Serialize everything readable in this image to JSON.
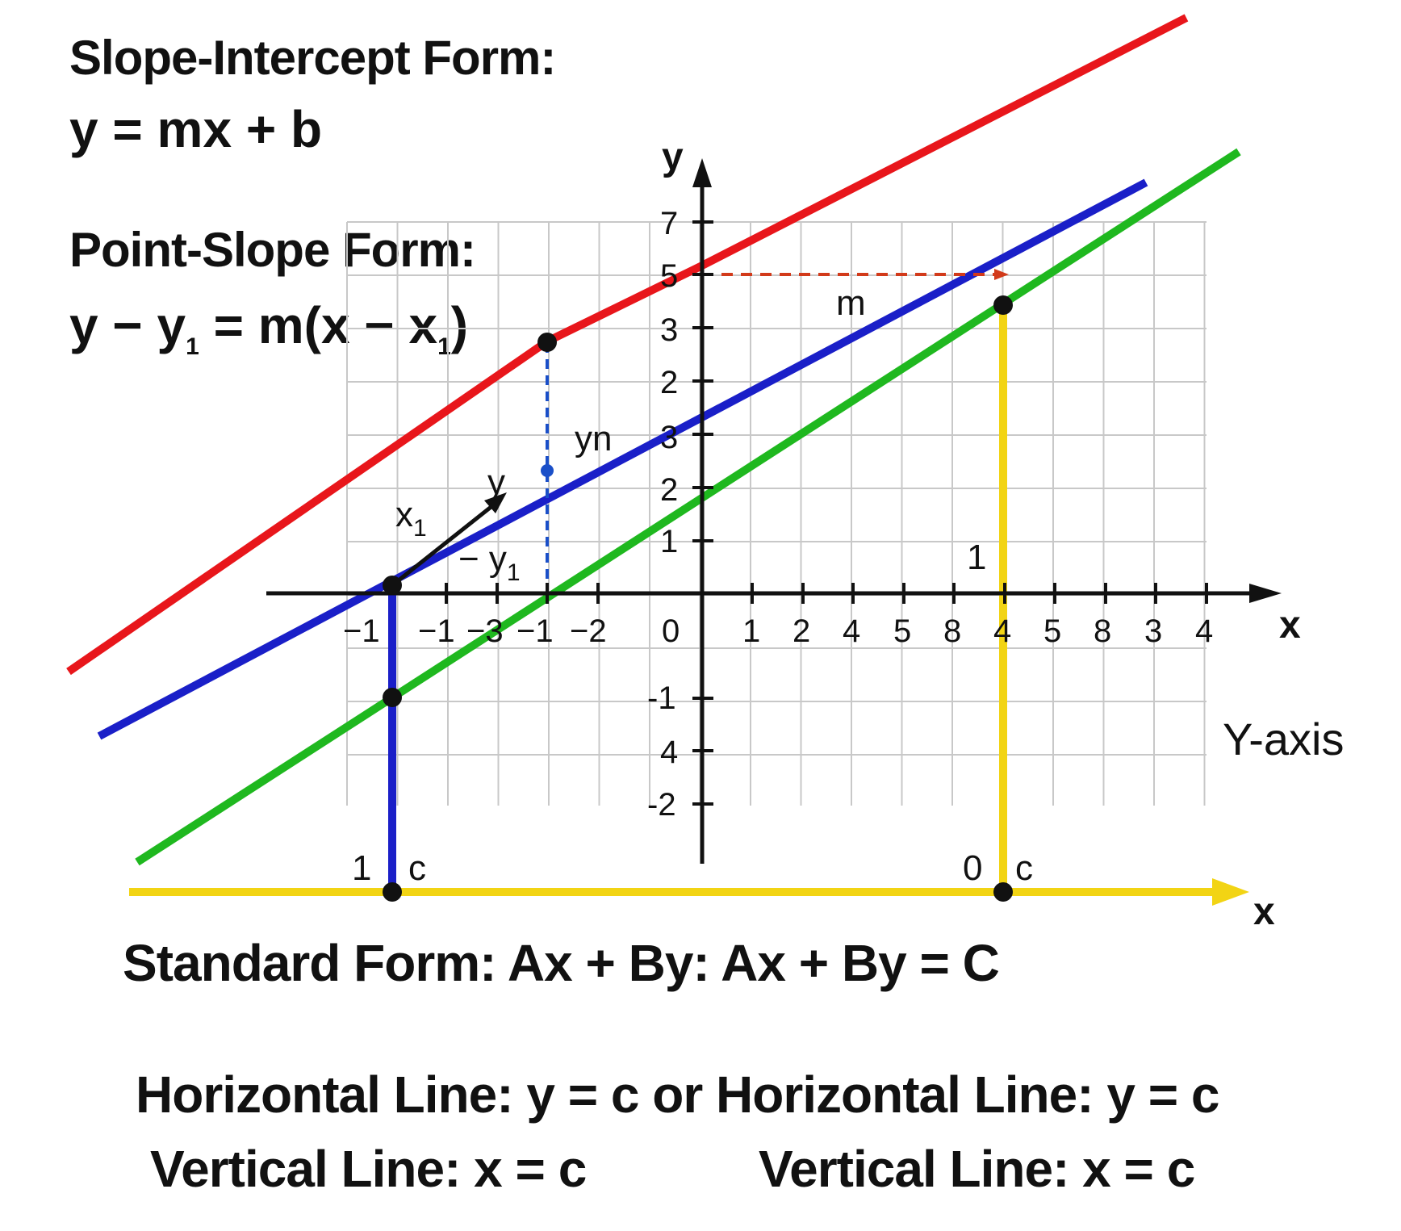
{
  "headings": {
    "slope_intercept_title": "Slope-Intercept Form:",
    "slope_intercept_formula": "y = mx + b",
    "point_slope_title": "Point-Slope Form:",
    "point_slope_formula_a": "y − y",
    "point_slope_formula_sub1": "1",
    "point_slope_formula_b": " = m(x − x",
    "point_slope_formula_sub2": "1",
    "point_slope_formula_c": ")"
  },
  "axes": {
    "y_name": "y",
    "x_name": "x",
    "x2_name": "x",
    "y_axis_caption": "Y-axis",
    "y_tick_labels": [
      "7",
      "5",
      "3",
      "2",
      "3",
      "2",
      "1",
      "-1",
      "4",
      "-2"
    ],
    "x_tick_labels_left": [
      "−1",
      "−1",
      "−3",
      "−1",
      "−2"
    ],
    "x_origin_label": "0",
    "x_tick_labels_right": [
      "1",
      "2",
      "4",
      "5",
      "8",
      "4",
      "5",
      "8",
      "3",
      "4"
    ]
  },
  "annotations": {
    "m": "m",
    "yn": "yn",
    "y": "y",
    "x1_base": "x",
    "x1_sub": "1",
    "minus_y1_base": "− y",
    "minus_y1_sub": "1",
    "one_right": "1",
    "left_c_num": "1",
    "left_c": "c",
    "right_c_num": "0",
    "right_c": "c"
  },
  "bottom_text": {
    "standard_form": "Standard Form: Ax + By: Ax + By = C",
    "horizontal_line": "Horizontal Line: y = c or Horizontal Line: y = c",
    "vertical_line_left": "Vertical Line: x = c",
    "vertical_line_right": "Vertical Line: x = c"
  },
  "colors": {
    "red_line": "#e8161b",
    "blue_line": "#1a1fc8",
    "green_line": "#1fb81f",
    "yellow_line": "#f2d414",
    "grid": "#c8c8c8",
    "axis": "#111111"
  }
}
